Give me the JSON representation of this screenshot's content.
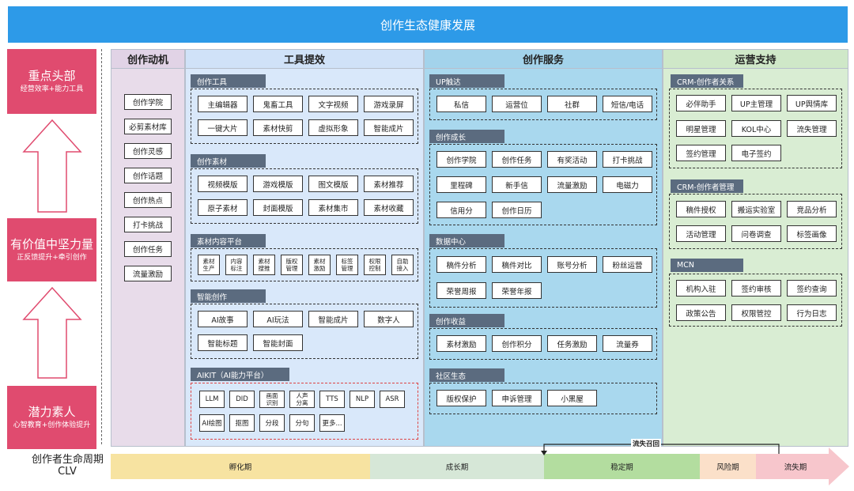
{
  "banner": {
    "title": "创作生态健康发展"
  },
  "left_stack": [
    {
      "title": "重点头部",
      "subtitle": "经营效率+能力工具"
    },
    {
      "title": "有价值中坚力量",
      "subtitle": "正反馈提升+牵引创作"
    },
    {
      "title": "潜力素人",
      "subtitle": "心智教育+创作体验提升"
    }
  ],
  "columns": {
    "motive": {
      "header": "创作动机",
      "items": [
        "创作学院",
        "必剪素材库",
        "创作灵感",
        "创作话题",
        "创作热点",
        "打卡挑战",
        "创作任务",
        "流量激励"
      ]
    },
    "tools": {
      "header": "工具提效",
      "sections": [
        {
          "title": "创作工具",
          "items": [
            "主编辑器",
            "鬼畜工具",
            "文字视频",
            "游戏录屏",
            "一键大片",
            "素材快剪",
            "虚拟形象",
            "智能成片"
          ]
        },
        {
          "title": "创作素材",
          "items": [
            "视频模版",
            "游戏模版",
            "图文模版",
            "素材推荐",
            "原子素材",
            "封面模版",
            "素材集市",
            "素材收藏"
          ]
        },
        {
          "title": "素材内容平台",
          "items": [
            "素材\n生产",
            "内容\n标注",
            "素材\n搜推",
            "版权\n管理",
            "素材\n激励",
            "标签\n管理",
            "权限\n控制",
            "自助\n接入"
          ]
        },
        {
          "title": "智能创作",
          "items": [
            "AI故事",
            "AI玩法",
            "智能成片",
            "数字人",
            "智能标题",
            "智能封面"
          ]
        },
        {
          "title": "AIKIT（AI能力平台）",
          "items": [
            "LLM",
            "DID",
            "画面\n识别",
            "人声\n分离",
            "TTS",
            "NLP",
            "ASR",
            "AI绘图",
            "抠图",
            "分段",
            "分句",
            "更多..."
          ]
        }
      ]
    },
    "services": {
      "header": "创作服务",
      "sections": [
        {
          "title": "UP触达",
          "items": [
            "私信",
            "运营位",
            "社群",
            "短信/电话"
          ]
        },
        {
          "title": "创作成长",
          "items": [
            "创作学院",
            "创作任务",
            "有奖活动",
            "打卡挑战",
            "里程碑",
            "新手信",
            "流量激励",
            "电磁力",
            "信用分",
            "创作日历"
          ]
        },
        {
          "title": "数据中心",
          "items": [
            "稿件分析",
            "稿件对比",
            "账号分析",
            "粉丝运营",
            "荣誉周报",
            "荣誉年报"
          ]
        },
        {
          "title": "创作收益",
          "items": [
            "素材激励",
            "创作积分",
            "任务激励",
            "流量券"
          ]
        },
        {
          "title": "社区生态",
          "items": [
            "版权保护",
            "申诉管理",
            "小黑屋"
          ]
        }
      ]
    },
    "ops": {
      "header": "运营支持",
      "sections": [
        {
          "title": "CRM-创作者关系",
          "items": [
            "必伴助手",
            "UP主管理",
            "UP舆情库",
            "明星管理",
            "KOL中心",
            "流失管理",
            "签约管理",
            "电子签约"
          ]
        },
        {
          "title": "CRM-创作者管理",
          "items": [
            "稿件授权",
            "搬运实验室",
            "竞品分析",
            "活动管理",
            "问卷调查",
            "标签画像"
          ]
        },
        {
          "title": "MCN",
          "items": [
            "机构入驻",
            "签约审核",
            "签约查询",
            "政策公告",
            "权限管控",
            "行为日志"
          ]
        }
      ]
    }
  },
  "lifecycle": {
    "label": "创作者生命周期\nCLV",
    "phases": [
      {
        "name": "孵化期",
        "color": "#f7e3a1"
      },
      {
        "name": "成长期",
        "color": "#d6e7d7"
      },
      {
        "name": "稳定期",
        "color": "#b3dd9f"
      },
      {
        "name": "风险期",
        "color": "#fbe0c9"
      },
      {
        "name": "流失期",
        "color": "#f7c6cc"
      }
    ],
    "recall_label": "流失召回"
  }
}
